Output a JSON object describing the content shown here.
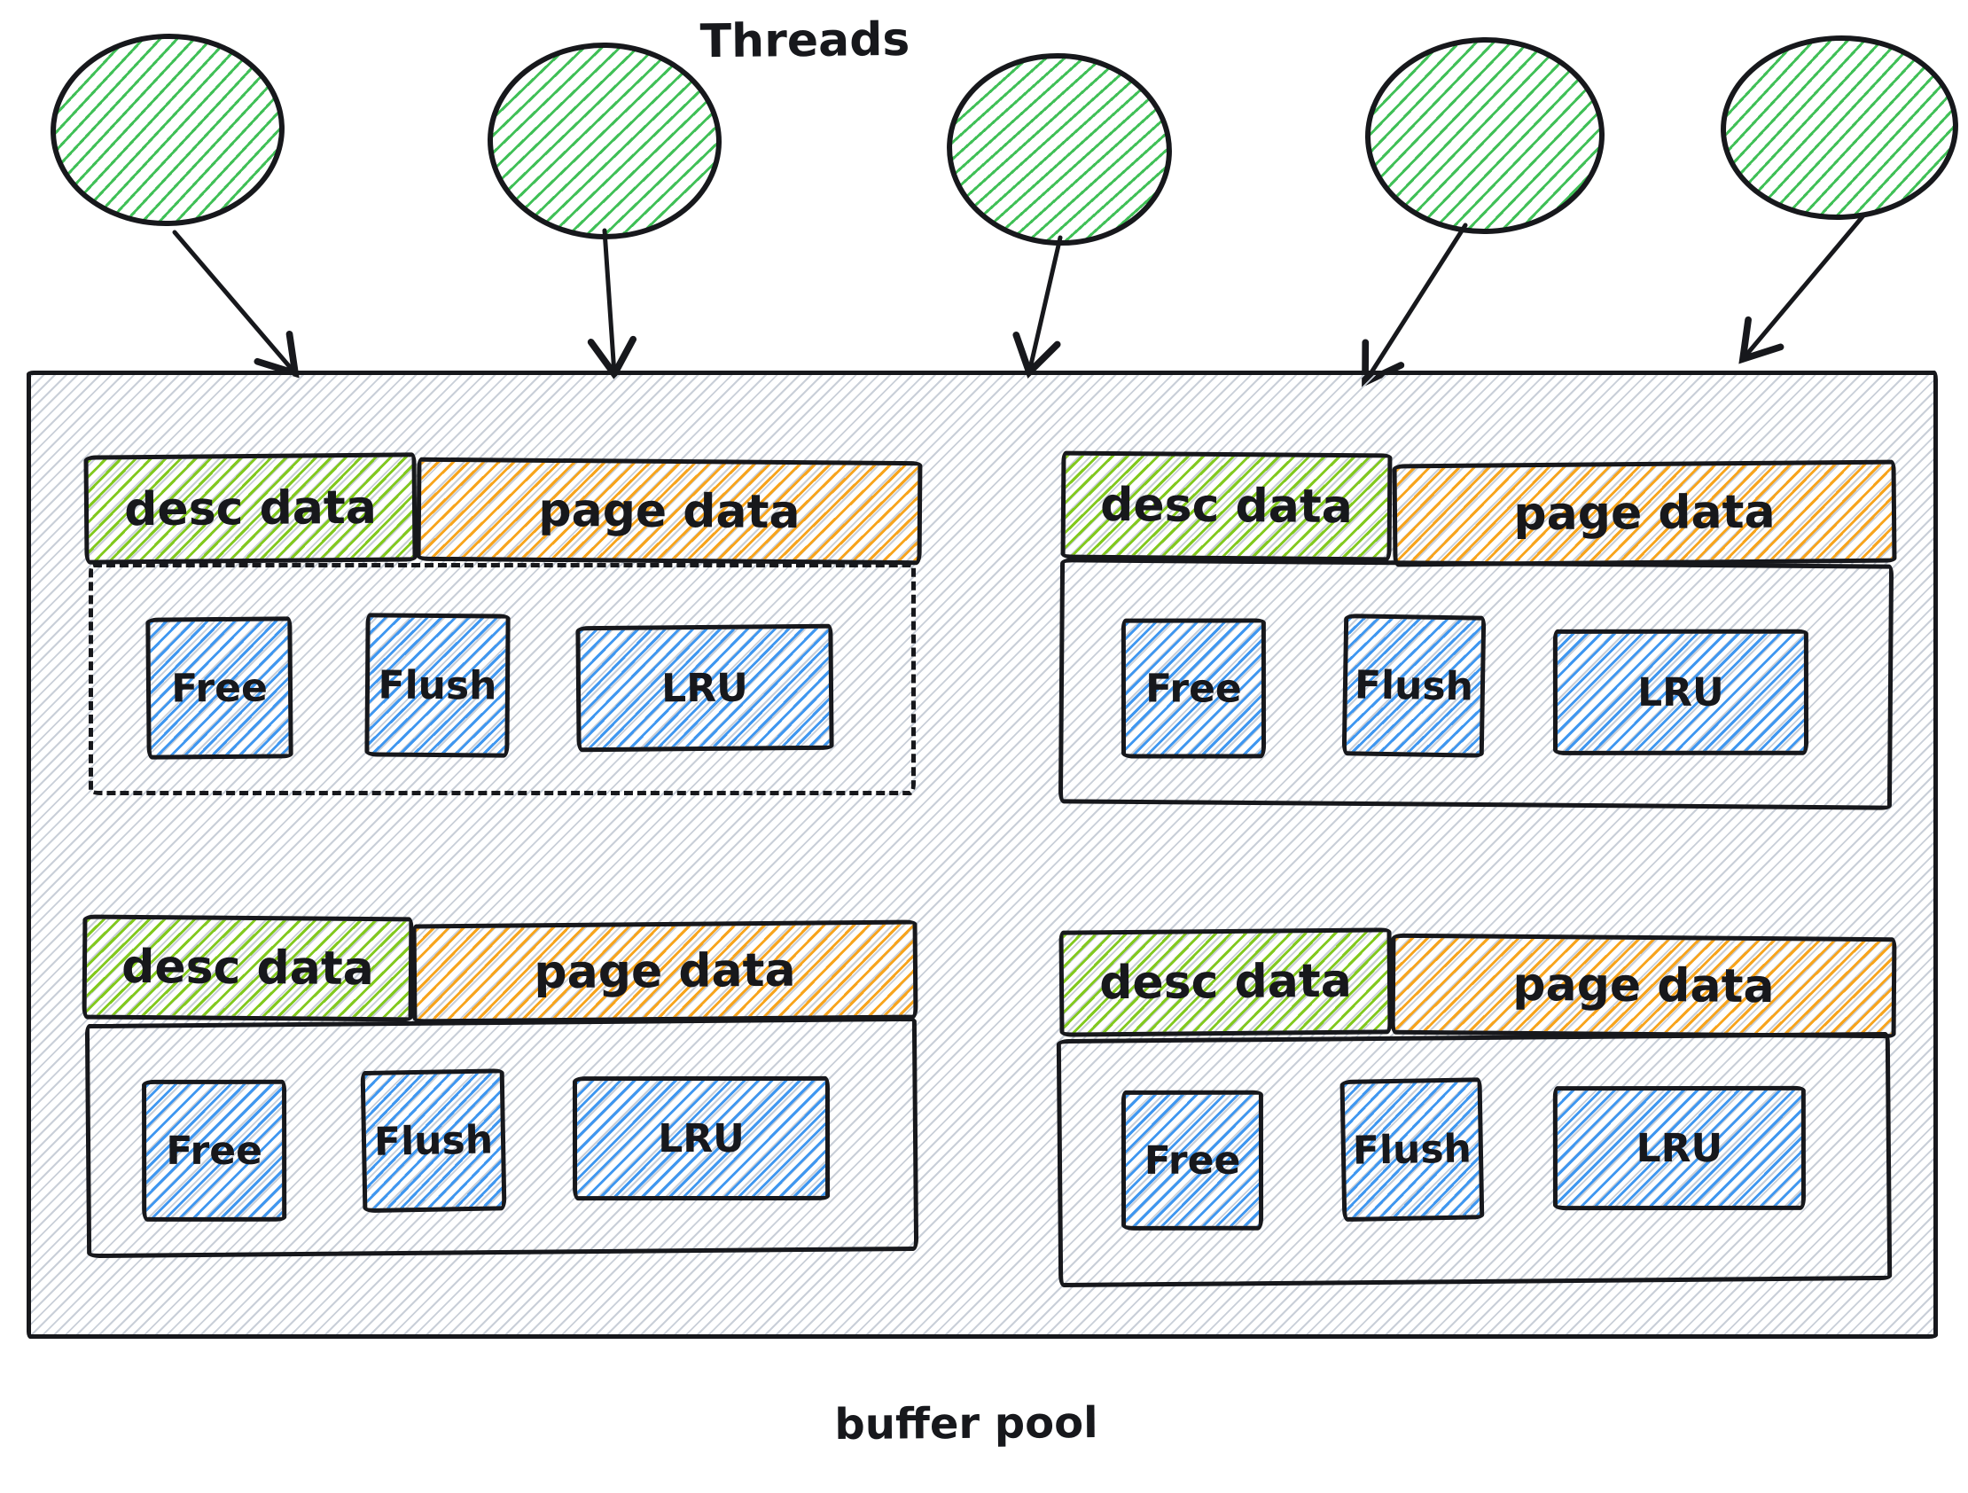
{
  "title": {
    "threads_label": "Threads",
    "buffer_pool_label": "buffer pool"
  },
  "threads": {
    "count": 5,
    "shape": "ellipse"
  },
  "colors": {
    "stroke": "#17181c",
    "thread_fill": "#40c057",
    "desc_fill": "#82c91e",
    "page_fill": "#f7a41d",
    "list_fill": "#3f97f0",
    "pool_hatch": "#c9cfd8",
    "background": "#ffffff"
  },
  "instances": [
    {
      "desc_label": "desc data",
      "page_label": "page data",
      "lists": [
        "Free",
        "Flush",
        "LRU"
      ],
      "body_border": "dashed"
    },
    {
      "desc_label": "desc data",
      "page_label": "page data",
      "lists": [
        "Free",
        "Flush",
        "LRU"
      ],
      "body_border": "solid"
    },
    {
      "desc_label": "desc data",
      "page_label": "page data",
      "lists": [
        "Free",
        "Flush",
        "LRU"
      ],
      "body_border": "solid"
    },
    {
      "desc_label": "desc data",
      "page_label": "page data",
      "lists": [
        "Free",
        "Flush",
        "LRU"
      ],
      "body_border": "solid"
    }
  ]
}
